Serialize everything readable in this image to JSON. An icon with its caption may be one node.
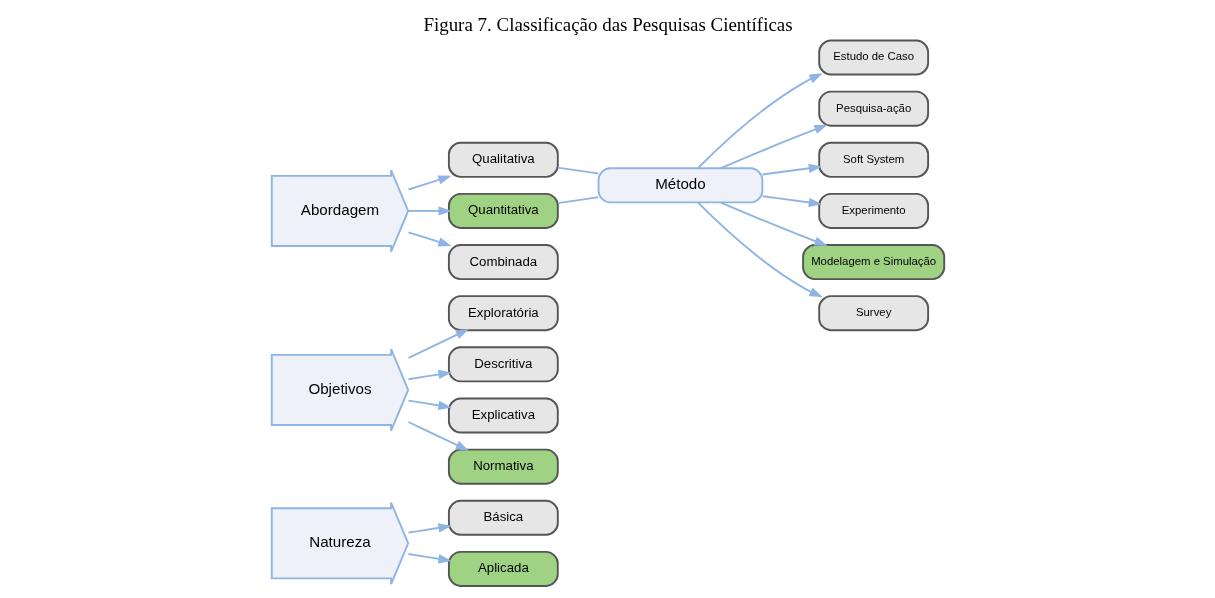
{
  "diagram": {
    "title": "Figura 7. Classificação das Pesquisas Científicas",
    "nodes": [
      {
        "text": [
          "Natureza"
        ]
      },
      {
        "text": [
          "Básica"
        ]
      },
      {
        "text": [
          "Aplicada"
        ]
      },
      {
        "text": [
          "Objetivos"
        ]
      },
      {
        "text": [
          "Exploratória"
        ]
      },
      {
        "text": [
          "Descritiva"
        ]
      },
      {
        "text": [
          "Explicativa"
        ]
      },
      {
        "text": [
          "Normativa"
        ]
      },
      {
        "text": [
          "Abordagem"
        ]
      },
      {
        "text": [
          "Qualitativa"
        ]
      },
      {
        "text": [
          "Quantitativa"
        ]
      },
      {
        "text": [
          "Combinada"
        ]
      },
      {
        "text": [
          "Método"
        ]
      },
      {
        "text": [
          "Estudo de Caso"
        ]
      },
      {
        "text": [
          "Pesquisa-ação"
        ]
      },
      {
        "text": [
          "Soft System"
        ]
      },
      {
        "text": [
          "Experimento"
        ]
      },
      {
        "text": [
          "Modelagem e Simulação"
        ]
      },
      {
        "text": [
          "Survey"
        ]
      }
    ],
    "edges": [
      {
        "from": 0,
        "to": 1,
        "arrow": "to"
      },
      {
        "from": 0,
        "to": 2,
        "arrow": "to"
      },
      {
        "from": 3,
        "to": 4,
        "arrow": "to"
      },
      {
        "from": 3,
        "to": 5,
        "arrow": "to"
      },
      {
        "from": 3,
        "to": 6,
        "arrow": "to"
      },
      {
        "from": 3,
        "to": 7,
        "arrow": "to"
      },
      {
        "from": 8,
        "to": 9,
        "arrow": "to"
      },
      {
        "from": 8,
        "to": 10,
        "arrow": "to"
      },
      {
        "from": 8,
        "to": 11,
        "arrow": "to"
      },
      {
        "from": 9,
        "to": 12,
        "arrow": "none"
      },
      {
        "from": 10,
        "to": 12,
        "arrow": "none"
      },
      {
        "from": 12,
        "to": 13,
        "arrow": "to"
      },
      {
        "from": 12,
        "to": 14,
        "arrow": "to"
      },
      {
        "from": 12,
        "to": 15,
        "arrow": "to"
      },
      {
        "from": 12,
        "to": 16,
        "arrow": "to"
      },
      {
        "from": 12,
        "to": 17,
        "arrow": "to"
      },
      {
        "from": 12,
        "to": 18,
        "arrow": "to"
      }
    ]
  }
}
